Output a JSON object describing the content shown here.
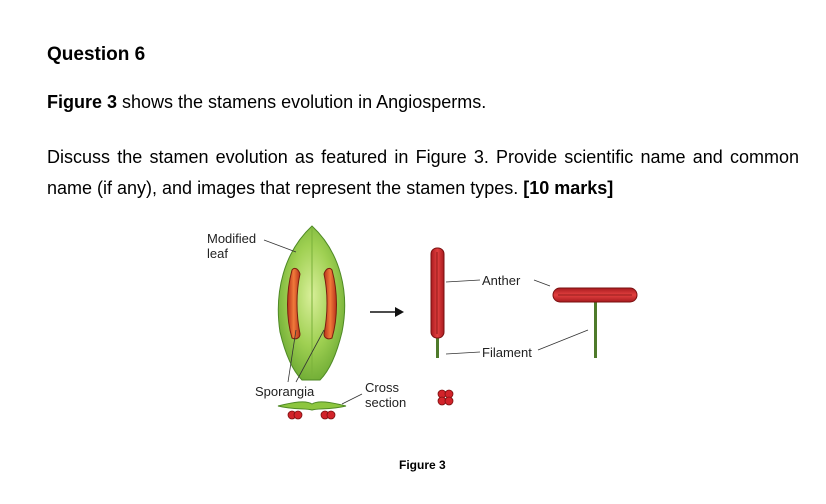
{
  "question": {
    "title": "Question 6"
  },
  "intro": {
    "ref": "Figure 3",
    "rest": " shows the stamens evolution in Angiosperms."
  },
  "task": {
    "text": "Discuss the stamen evolution as featured in Figure 3. Provide scientific name and common name (if any), and images that represent the stamen types. ",
    "marks": "[10 marks]"
  },
  "figure": {
    "labels": {
      "modified_leaf_1": "Modified",
      "modified_leaf_2": "leaf",
      "sporangia": "Sporangia",
      "cross_section_1": "Cross",
      "cross_section_2": "section",
      "anther": "Anther",
      "filament": "Filament"
    },
    "caption": "Figure 3",
    "colors": {
      "leaf": "#8dc63f",
      "leaf_dark": "#5e9a2a",
      "sporangium": "#d9541f",
      "stamen_red": "#d2232a",
      "filament": "#4e7a2a"
    }
  }
}
